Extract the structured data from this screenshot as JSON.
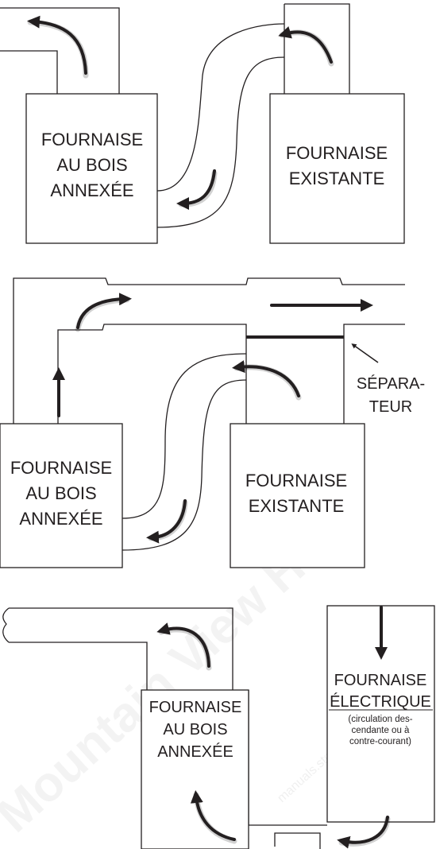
{
  "panel1": {
    "left_box": [
      "FOURNAISE",
      "AU BOIS",
      "ANNEXÉE"
    ],
    "right_box": [
      "FOURNAISE",
      "EXISTANTE"
    ]
  },
  "panel2": {
    "left_box": [
      "FOURNAISE",
      "AU BOIS",
      "ANNEXÉE"
    ],
    "right_box": [
      "FOURNAISE",
      "EXISTANTE"
    ],
    "separator_label": [
      "SÉPARA-",
      "TEUR"
    ]
  },
  "panel3": {
    "left_box": [
      "FOURNAISE",
      "AU BOIS",
      "ANNEXÉE"
    ],
    "right_box": [
      "FOURNAISE",
      "ÉLECTRIQUE"
    ],
    "right_box_note": [
      "(circulation des-",
      "cendante ou à",
      "contre-courant)"
    ]
  },
  "watermark": {
    "main": "Mountain View H",
    "small": "manuals.stov"
  }
}
